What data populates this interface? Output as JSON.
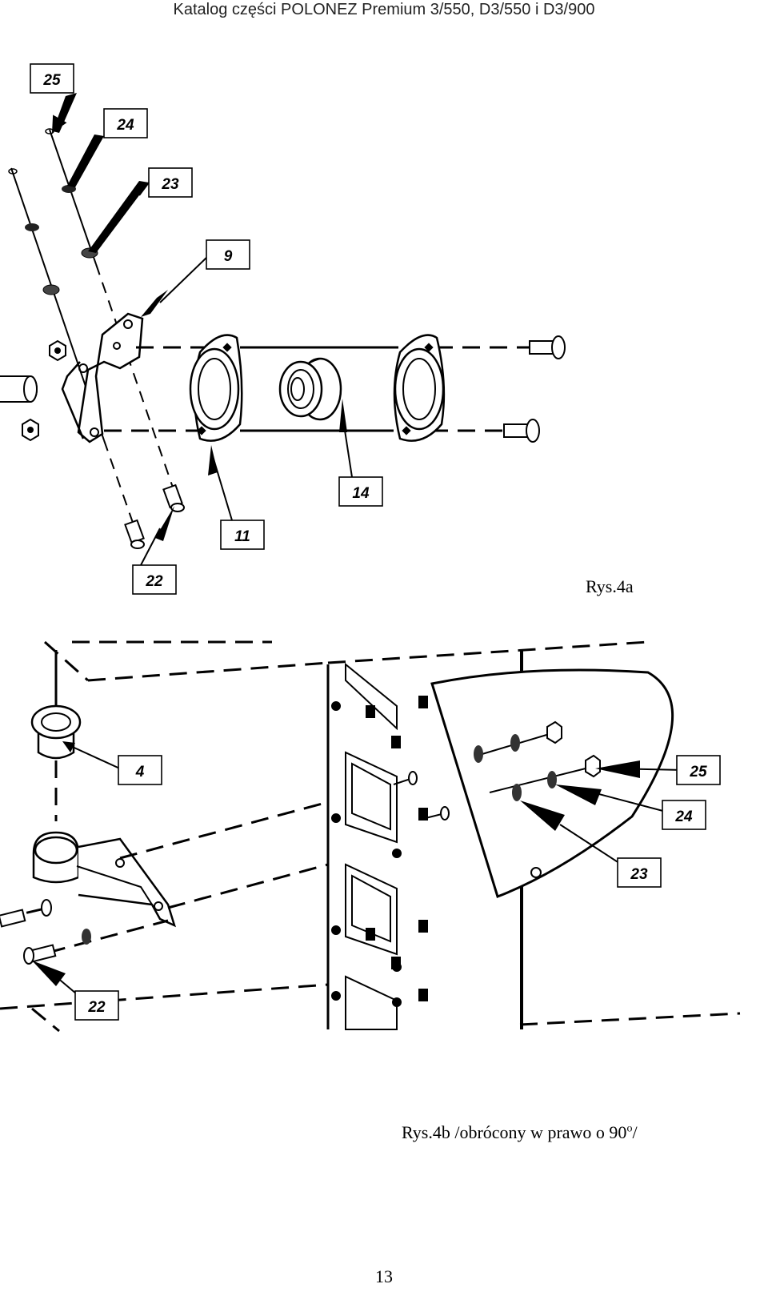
{
  "header": {
    "title": "Katalog części POLONEZ Premium  3/550, D3/550 i D3/900"
  },
  "figure_a": {
    "caption": "Rys.4a",
    "labels": {
      "l25": "25",
      "l24": "24",
      "l23": "23",
      "l9": "9",
      "l14": "14",
      "l11": "11",
      "l22": "22"
    }
  },
  "figure_b": {
    "caption_main": "Rys.4b /obrócony w prawo o 90",
    "caption_sup": "o",
    "caption_end": "/",
    "labels": {
      "l4": "4",
      "l25": "25",
      "l24": "24",
      "l23": "23",
      "l22": "22"
    }
  },
  "footer": {
    "page_number": "13"
  }
}
